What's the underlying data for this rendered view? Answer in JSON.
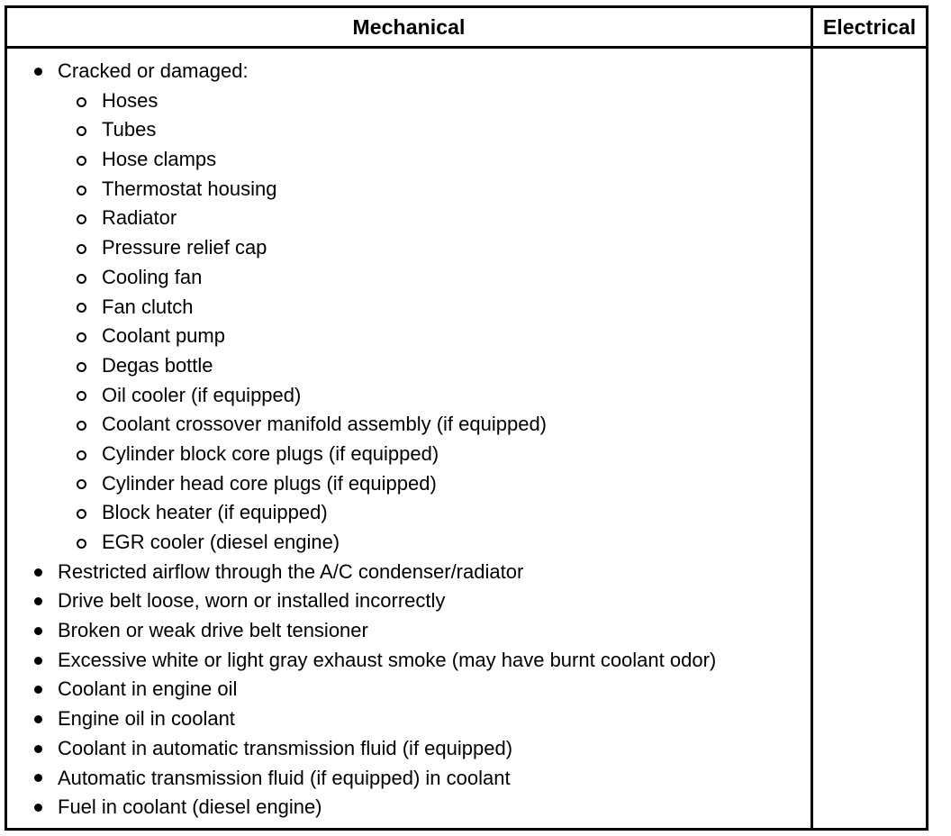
{
  "table": {
    "columns": [
      {
        "id": "mechanical",
        "label": "Mechanical"
      },
      {
        "id": "electrical",
        "label": "Electrical"
      }
    ],
    "mechanical": {
      "items": [
        {
          "label": "Cracked or damaged:",
          "bullet": "filled-disc-bullet",
          "children": [
            {
              "label": "Hoses",
              "bullet": "hollow-circle-bullet"
            },
            {
              "label": "Tubes",
              "bullet": "hollow-circle-bullet"
            },
            {
              "label": "Hose clamps",
              "bullet": "hollow-circle-bullet"
            },
            {
              "label": "Thermostat housing",
              "bullet": "hollow-circle-bullet"
            },
            {
              "label": "Radiator",
              "bullet": "hollow-circle-bullet"
            },
            {
              "label": "Pressure relief cap",
              "bullet": "hollow-circle-bullet"
            },
            {
              "label": "Cooling fan",
              "bullet": "hollow-circle-bullet"
            },
            {
              "label": "Fan clutch",
              "bullet": "hollow-circle-bullet"
            },
            {
              "label": "Coolant pump",
              "bullet": "hollow-circle-bullet"
            },
            {
              "label": "Degas bottle",
              "bullet": "hollow-circle-bullet"
            },
            {
              "label": "Oil cooler (if equipped)",
              "bullet": "hollow-circle-bullet"
            },
            {
              "label": "Coolant crossover manifold assembly (if equipped)",
              "bullet": "hollow-circle-bullet"
            },
            {
              "label": "Cylinder block core plugs (if equipped)",
              "bullet": "hollow-circle-bullet"
            },
            {
              "label": "Cylinder head core plugs (if equipped)",
              "bullet": "hollow-circle-bullet"
            },
            {
              "label": "Block heater (if equipped)",
              "bullet": "hollow-circle-bullet"
            },
            {
              "label": "EGR cooler (diesel engine)",
              "bullet": "hollow-circle-bullet"
            }
          ]
        },
        {
          "label": "Restricted airflow through the A/C condenser/radiator",
          "bullet": "filled-disc-bullet",
          "children": []
        },
        {
          "label": "Drive belt loose, worn or installed incorrectly",
          "bullet": "filled-disc-bullet",
          "children": []
        },
        {
          "label": "Broken or weak drive belt tensioner",
          "bullet": "filled-disc-bullet",
          "children": []
        },
        {
          "label": "Excessive white or light gray exhaust smoke (may have burnt coolant odor)",
          "bullet": "filled-disc-bullet",
          "children": []
        },
        {
          "label": "Coolant in engine oil",
          "bullet": "filled-disc-bullet",
          "children": []
        },
        {
          "label": "Engine oil in coolant",
          "bullet": "filled-disc-bullet",
          "children": []
        },
        {
          "label": "Coolant in automatic transmission fluid (if equipped)",
          "bullet": "filled-disc-bullet",
          "children": []
        },
        {
          "label": "Automatic transmission fluid (if equipped) in coolant",
          "bullet": "filled-disc-bullet",
          "children": []
        },
        {
          "label": "Fuel in coolant (diesel engine)",
          "bullet": "filled-disc-bullet",
          "children": []
        }
      ]
    },
    "electrical": {
      "items": []
    }
  },
  "style": {
    "border_color": "#000000",
    "text_color": "#000000",
    "background": "#ffffff"
  }
}
